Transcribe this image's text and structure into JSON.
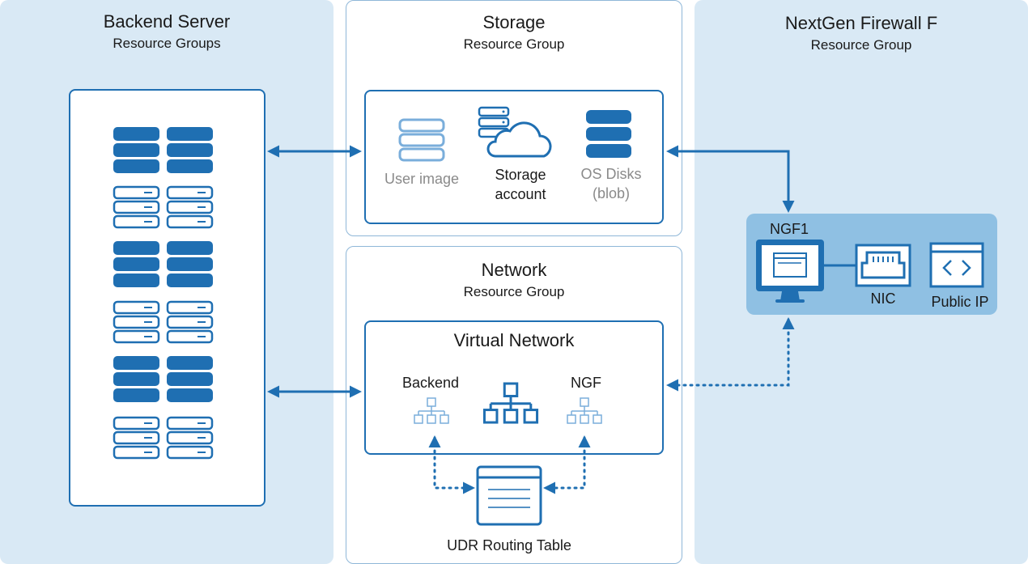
{
  "colors": {
    "accent": "#1f6fb2",
    "light_accent": "#7aaedb",
    "panel_bg": "#d9e9f5",
    "ngf_bg": "#8fc0e3"
  },
  "backend": {
    "title": "Backend Server",
    "subtitle": "Resource Groups"
  },
  "storage": {
    "title": "Storage",
    "subtitle": "Resource Group",
    "items": [
      {
        "label": "User image",
        "icon": "stack-outline-icon"
      },
      {
        "label": "Storage\naccount",
        "icon": "storage-cloud-icon"
      },
      {
        "label": "OS Disks\n(blob)",
        "icon": "disk-stack-icon"
      }
    ]
  },
  "network": {
    "title": "Network",
    "subtitle": "Resource Group",
    "vnet": {
      "title": "Virtual Network",
      "subnets": [
        {
          "label": "Backend",
          "icon": "subnet-icon"
        },
        {
          "label": "",
          "icon": "network-hierarchy-icon"
        },
        {
          "label": "NGF",
          "icon": "subnet-icon"
        }
      ]
    },
    "udr": {
      "label": "UDR Routing Table"
    }
  },
  "firewall": {
    "title": "NextGen Firewall F",
    "subtitle": "Resource Group",
    "vm_label": "NGF1",
    "nic_label": "NIC",
    "pip_label": "Public IP"
  }
}
